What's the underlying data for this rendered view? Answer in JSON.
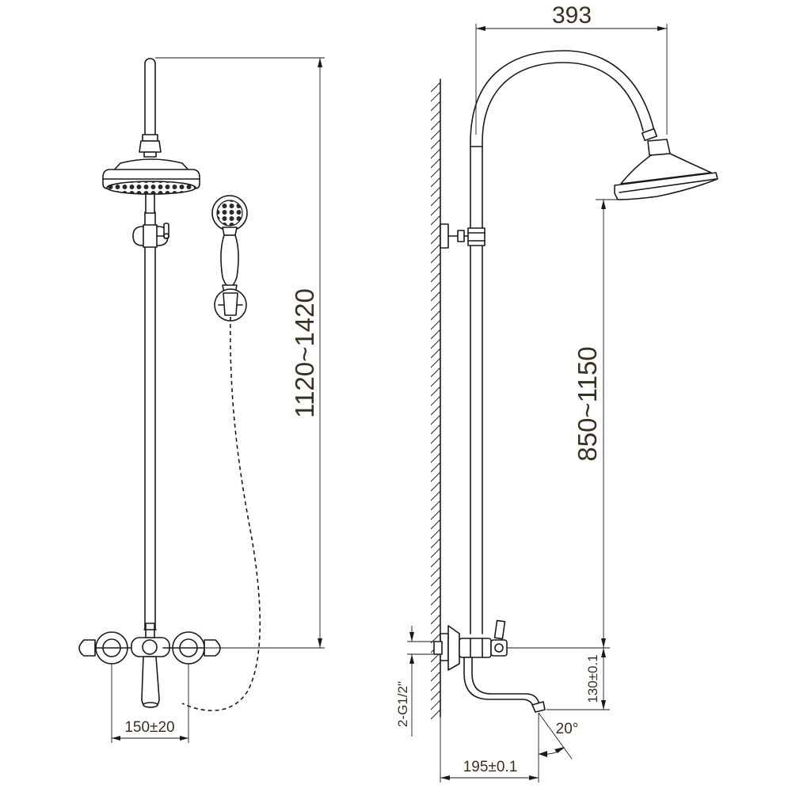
{
  "dimensions": {
    "overall_height": "1120~1420",
    "arm_reach": "393",
    "head_height": "850~1150",
    "spout_offset": "130±0.1",
    "mixer_centers": "150±20",
    "spout_projection": "195±0.1",
    "spout_angle": "20°",
    "inlet_thread": "2-G1/2\""
  }
}
